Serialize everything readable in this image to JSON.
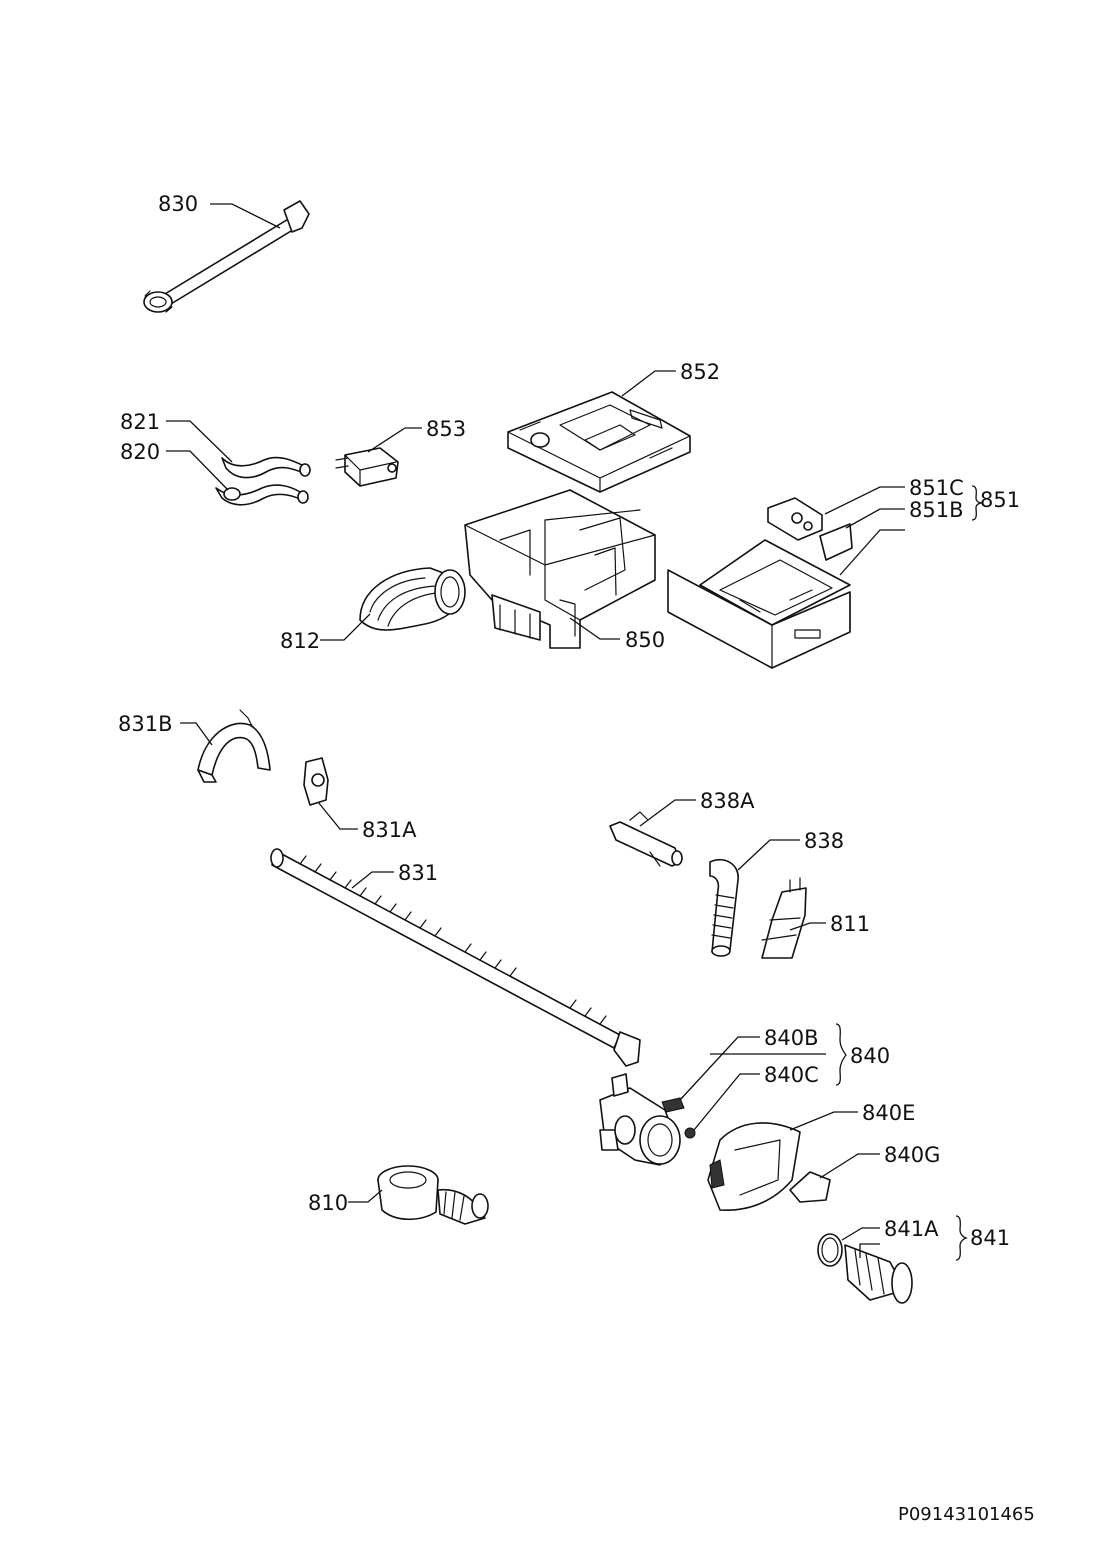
{
  "labels": {
    "p830": "830",
    "p852": "852",
    "p821": "821",
    "p820": "820",
    "p853": "853",
    "p851C": "851C",
    "p851B": "851B",
    "p851": "851",
    "p812": "812",
    "p850": "850",
    "p831B": "831B",
    "p831A": "831A",
    "p838A": "838A",
    "p838": "838",
    "p831": "831",
    "p811": "811",
    "p840B": "840B",
    "p840": "840",
    "p840C": "840C",
    "p840E": "840E",
    "p840G": "840G",
    "p810": "810",
    "p841A": "841A",
    "p841": "841"
  },
  "reference": "P09143101465"
}
